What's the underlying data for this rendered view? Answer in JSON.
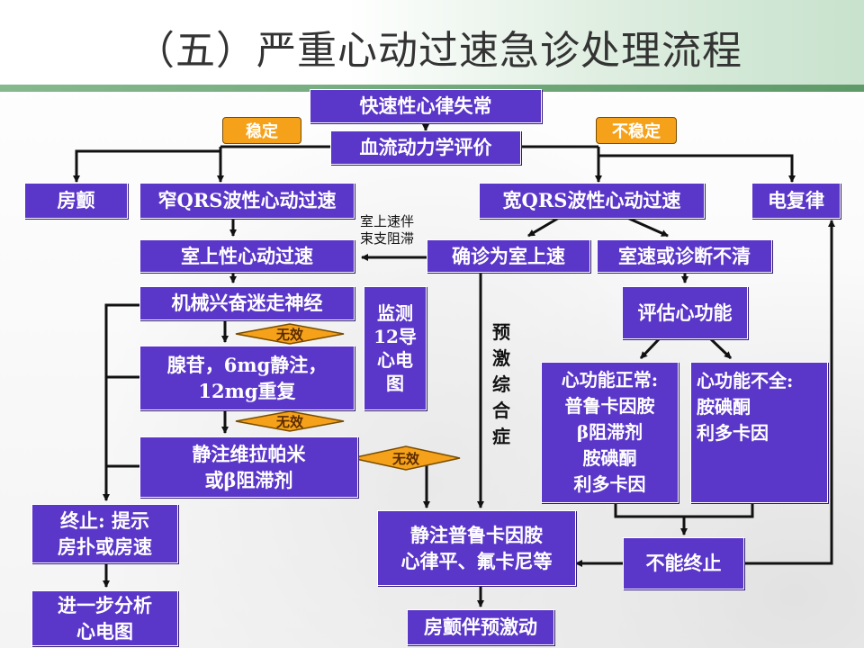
{
  "title": "（五）严重心动过速急诊处理流程",
  "colors": {
    "box_fill": "#5a36c9",
    "tag_fill": "#f5a21a",
    "header_stripe": "#6aa874"
  },
  "nodes": {
    "n_start": "快速性心律失常",
    "n_eval": "血流动力学评价",
    "tag_stable": "稳定",
    "tag_unstable": "不稳定",
    "n_af": "房颤",
    "n_narrow": "窄QRS波性心动过速",
    "n_wide": "宽QRS波性心动过速",
    "n_cardiovert": "电复律",
    "n_svt": "室上性心动过速",
    "n_confirm_svt": "确诊为室上速",
    "n_vt_unclear": "室速或诊断不清",
    "n_vagal": "机械兴奋迷走神经",
    "n_monitor": "监测\n12导\n心电\n图",
    "n_eval_func": "评估心功能",
    "n_adenosine": "腺苷，6mg静注，\n12mg重复",
    "n_normal_func": "心功能正常:\n普鲁卡因胺\nβ阻滞剂\n胺碘酮\n利多卡因",
    "n_poor_func": "心功能不全:\n胺碘酮\n利多卡因",
    "n_verapamil": "静注维拉帕米\n或β阻滞剂",
    "n_terminate": "终止: 提示\n房扑或房速",
    "n_procainamide": "静注普鲁卡因胺\n心律平、氟卡尼等",
    "n_not_terminate": "不能终止",
    "n_further": "进一步分析\n心电图",
    "n_af_preexc": "房颤伴预激动"
  },
  "labels": {
    "ineffective_1": "无效",
    "ineffective_2": "无效",
    "ineffective_3": "无效",
    "svt_bbb_note": "室上速伴\n束支阻滞",
    "preexcitation": "预激综合症"
  }
}
